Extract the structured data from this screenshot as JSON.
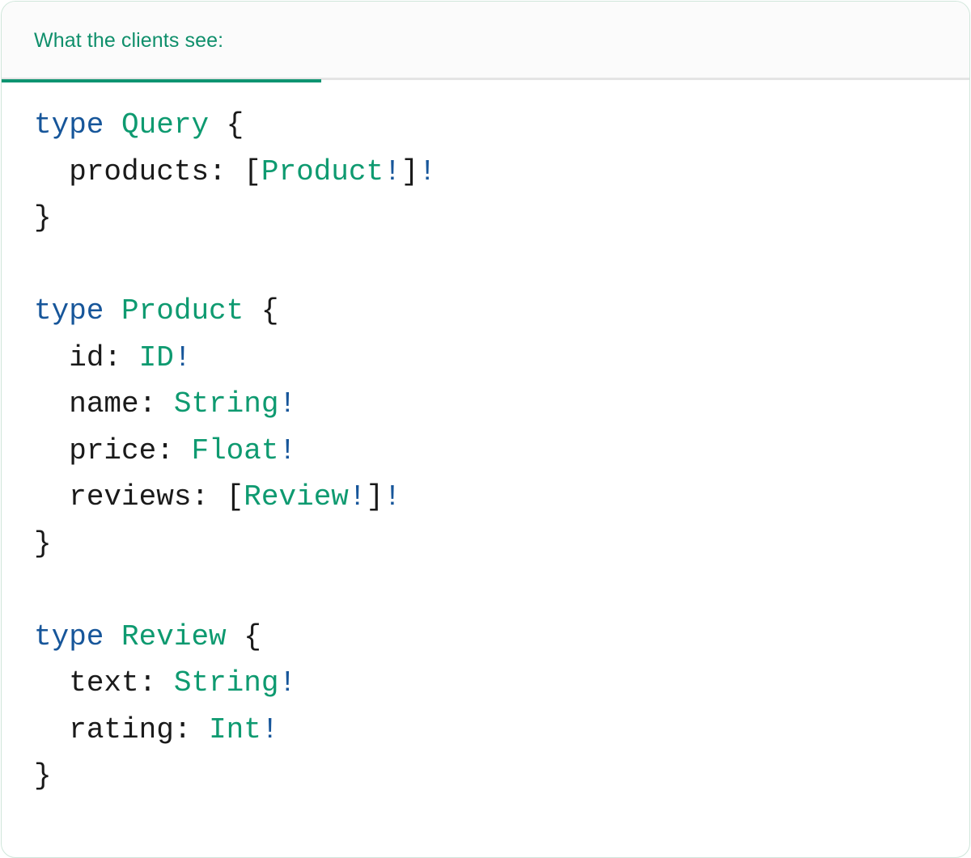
{
  "card": {
    "accent_green": "#0e9471",
    "border_color": "#cfe6da",
    "header_bg": "#fbfbfb",
    "body_bg": "#ffffff",
    "divider_color": "#e4e4e4"
  },
  "tab": {
    "label": "What the clients see:",
    "label_color": "#0f8f6b",
    "underline_color": "#0e9471",
    "active": true
  },
  "syntax": {
    "keyword_color": "#17569a",
    "typename_color": "#0e9a70",
    "bang_color": "#17569a",
    "punctuation_color": "#1a1a1a",
    "field_color": "#1a1a1a",
    "language": "graphql"
  },
  "code": {
    "language_label": "graphql",
    "full_text": "type Query {\n  products: [Product!]!\n}\n\ntype Product {\n  id: ID!\n  name: String!\n  price: Float!\n  reviews: [Review!]!\n}\n\ntype Review {\n  text: String!\n  rating: Int!\n}",
    "blocks": [
      {
        "keyword": "type",
        "name": "Query",
        "open_brace": "{",
        "close_brace": "}",
        "fields": [
          {
            "indent": "  ",
            "name": "products",
            "colon": ": ",
            "open_bracket": "[",
            "type": "Product",
            "inner_bang": "!",
            "close_bracket": "]",
            "outer_bang": "!"
          }
        ]
      },
      {
        "keyword": "type",
        "name": "Product",
        "open_brace": "{",
        "close_brace": "}",
        "fields": [
          {
            "indent": "  ",
            "name": "id",
            "colon": ": ",
            "open_bracket": "",
            "type": "ID",
            "inner_bang": "!",
            "close_bracket": "",
            "outer_bang": ""
          },
          {
            "indent": "  ",
            "name": "name",
            "colon": ": ",
            "open_bracket": "",
            "type": "String",
            "inner_bang": "!",
            "close_bracket": "",
            "outer_bang": ""
          },
          {
            "indent": "  ",
            "name": "price",
            "colon": ": ",
            "open_bracket": "",
            "type": "Float",
            "inner_bang": "!",
            "close_bracket": "",
            "outer_bang": ""
          },
          {
            "indent": "  ",
            "name": "reviews",
            "colon": ": ",
            "open_bracket": "[",
            "type": "Review",
            "inner_bang": "!",
            "close_bracket": "]",
            "outer_bang": "!"
          }
        ]
      },
      {
        "keyword": "type",
        "name": "Review",
        "open_brace": "{",
        "close_brace": "}",
        "fields": [
          {
            "indent": "  ",
            "name": "text",
            "colon": ": ",
            "open_bracket": "",
            "type": "String",
            "inner_bang": "!",
            "close_bracket": "",
            "outer_bang": ""
          },
          {
            "indent": "  ",
            "name": "rating",
            "colon": ": ",
            "open_bracket": "",
            "type": "Int",
            "inner_bang": "!",
            "close_bracket": "",
            "outer_bang": ""
          }
        ]
      }
    ]
  }
}
